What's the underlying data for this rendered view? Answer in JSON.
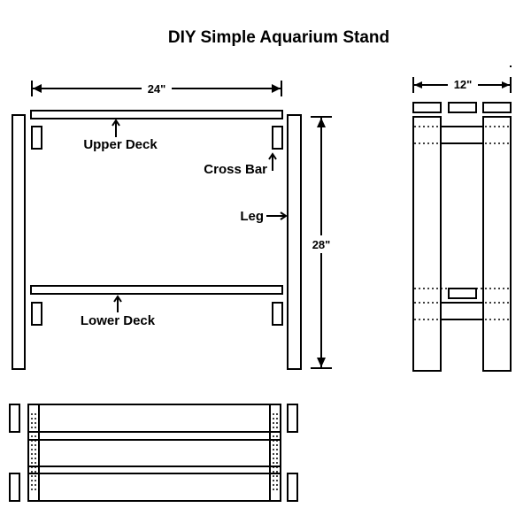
{
  "title": "DIY Simple Aquarium Stand",
  "labels": {
    "upper_deck": "Upper Deck",
    "lower_deck": "Lower Deck",
    "cross_bar": "Cross Bar",
    "leg": "Leg"
  },
  "dimensions": {
    "width": "24\"",
    "height": "28\"",
    "depth": "12\""
  }
}
